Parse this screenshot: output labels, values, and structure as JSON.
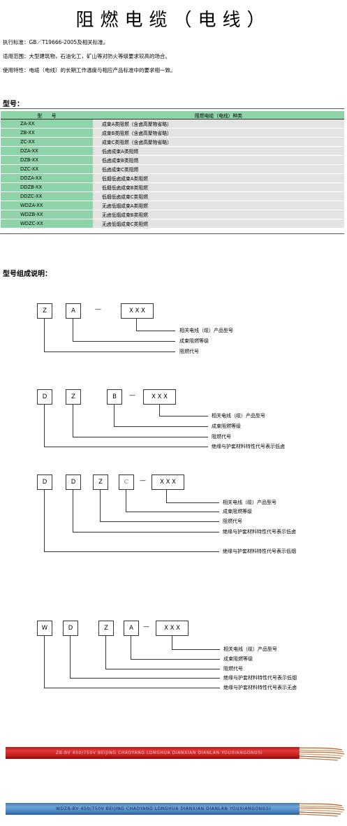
{
  "title": "阻燃电缆（电线）",
  "info": [
    "执行标准：GB／T19666-2005及相关标准。",
    "适用范围：大型建筑物，石油化工，矿山等对防火等级要求较高的场合。",
    "使用特性：电缆（电线）的长期工作温度与相应产品标准中的要求相一致。"
  ],
  "models_heading": "型号：",
  "table": {
    "headers": [
      "型　　号",
      "阻燃电缆（电线）种类"
    ],
    "rows": [
      {
        "code": "ZA-XX",
        "desc": "成束A类阻燃（含卤高聚物省略）"
      },
      {
        "code": "ZB-XX",
        "desc": "成束B类阻燃（含卤高聚物省略）"
      },
      {
        "code": "ZC-XX",
        "desc": "成束C类阻燃（含卤高聚物省略）"
      },
      {
        "code": "DZA-XX",
        "desc": "低卤成束A类阻燃"
      },
      {
        "code": "DZB-XX",
        "desc": "低卤成束B类阻燃"
      },
      {
        "code": "DZC-XX",
        "desc": "低卤成束C类阻燃"
      },
      {
        "code": "DDZA-XX",
        "desc": "低烟低卤成束A类阻燃"
      },
      {
        "code": "DDZB-XX",
        "desc": "低烟低卤成束B类阻燃"
      },
      {
        "code": "DDZC-XX",
        "desc": "低烟低卤成束C类阻燃"
      },
      {
        "code": "WDZA-XX",
        "desc": "无卤低烟成束A类阻燃"
      },
      {
        "code": "WDZB-XX",
        "desc": "无卤低烟成束B类阻燃"
      },
      {
        "code": "WDZC-XX",
        "desc": "无卤低烟成束C类阻燃"
      }
    ]
  },
  "composition_heading": "型号组成说明：",
  "diagrams": [
    {
      "boxes": [
        "Z",
        "A",
        "X X X"
      ],
      "dash": "—",
      "labels": [
        "相关电线（缆）产品型号",
        "成束阻燃等级",
        "阻燃代号"
      ]
    },
    {
      "boxes": [
        "D",
        "Z",
        "B",
        "X X X"
      ],
      "dash": "—",
      "labels": [
        "相关电线（缆）产品型号",
        "成束阻燃等级",
        "阻燃代号",
        "绝缘与护套材料特性代号表示低卤"
      ]
    },
    {
      "boxes": [
        "D",
        "D",
        "Z",
        "C",
        "X X X"
      ],
      "dash": "—",
      "labels": [
        "相关电线（缆）产品型号",
        "成束阻燃等级",
        "阻燃代号",
        "绝缘与护套材料特性代号表示低卤",
        "绝缘与护套材料特性代号表示低烟"
      ]
    },
    {
      "boxes": [
        "W",
        "D",
        "Z",
        "A",
        "X X X"
      ],
      "dash": "—",
      "labels": [
        "相关电线（缆）产品型号",
        "成束阻燃等级",
        "阻燃代号",
        "绝缘与护套材料特性代号表示低烟",
        "绝缘与护套材料特性代号表示无卤"
      ]
    }
  ],
  "wires": [
    {
      "text": "ZB-BV  450/750V  BEIJING CHAOYANG LONGHUA DIANXIAN DIANLAN YOUXIANGONGSI",
      "color": "#d32424"
    },
    {
      "text": "WDZB-BV  450/750V  BEIJING CHAOYANG LONGHUA DIANXIAN DIANLAN YOUXIANGONGSI",
      "color": "#5a92cf"
    }
  ]
}
